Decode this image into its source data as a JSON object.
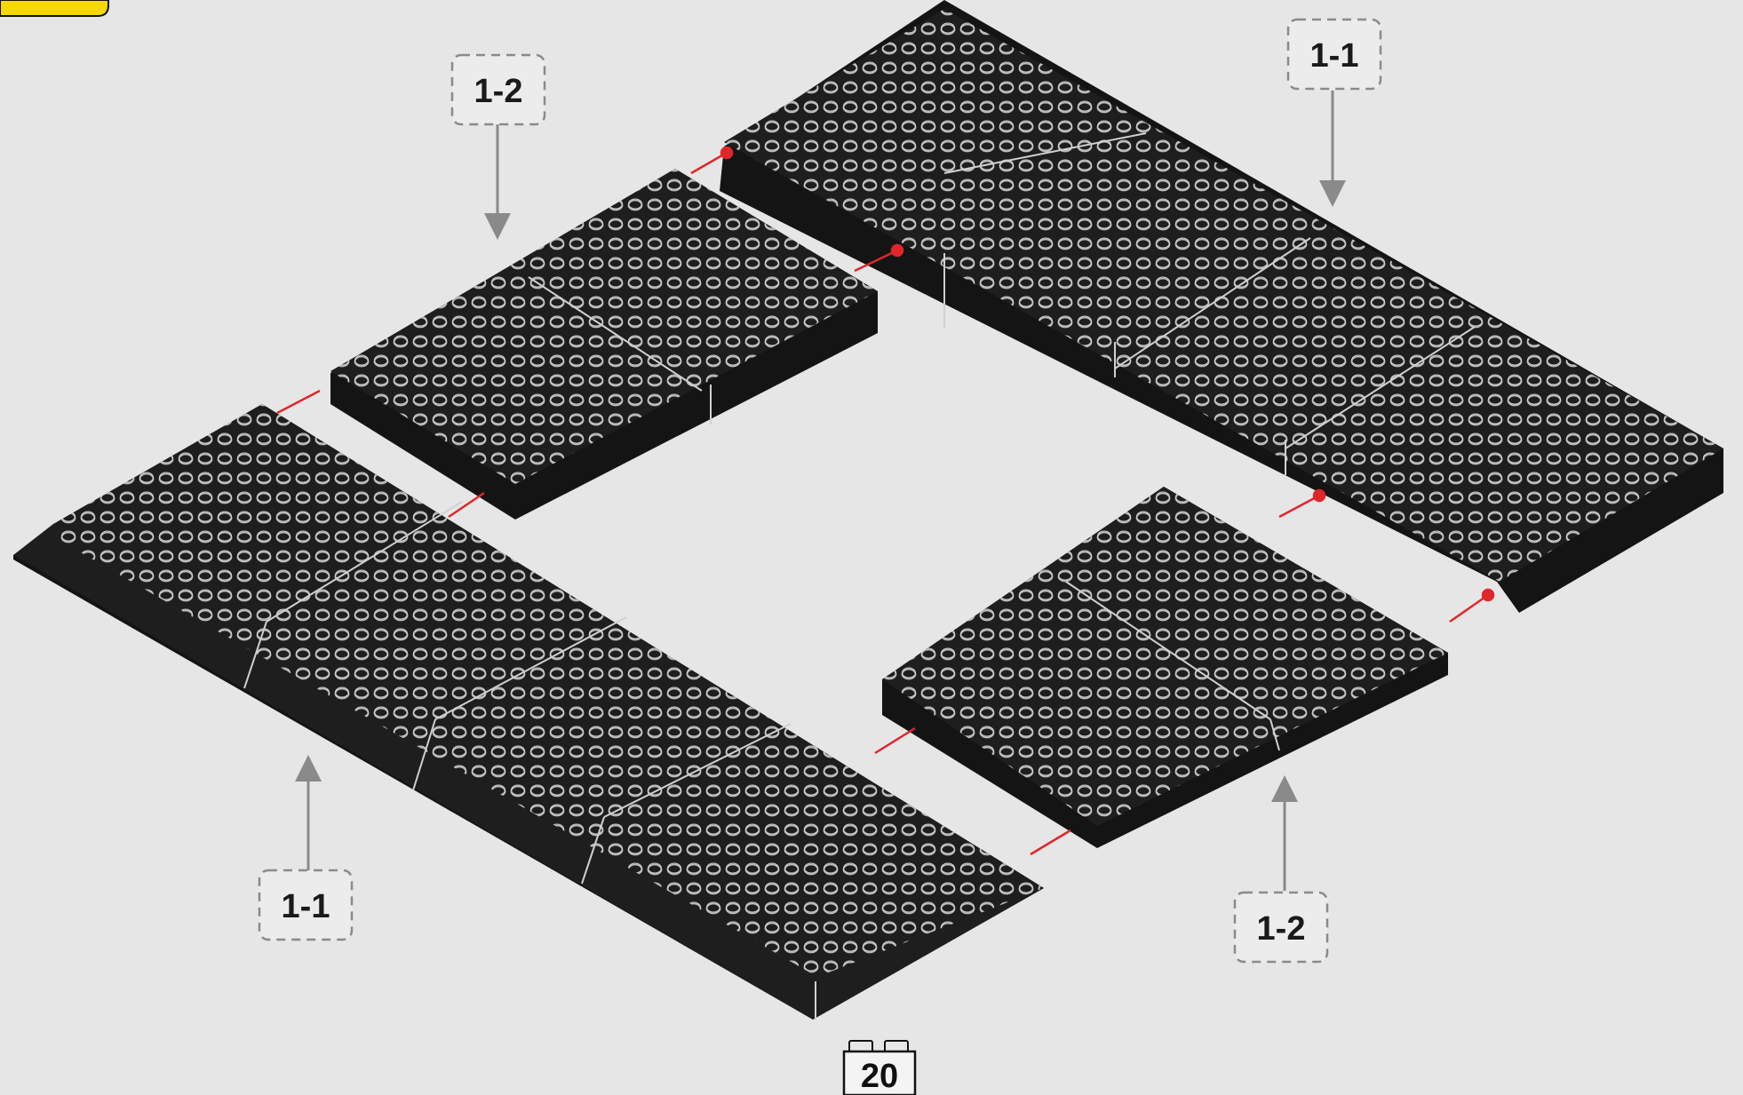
{
  "diagram": {
    "background": "#e6e6e6",
    "plate_color": "#1c1c1c",
    "stud_color": "#e8e8e8",
    "connector_color": "#e0262a",
    "arrow_color": "#8a8a8a",
    "callouts": [
      {
        "id": "c1",
        "label": "1-2"
      },
      {
        "id": "c2",
        "label": "1-1"
      },
      {
        "id": "c3",
        "label": "1-1"
      },
      {
        "id": "c4",
        "label": "1-2"
      }
    ],
    "page_number": "20",
    "corner_tab_color": "#f5d800"
  }
}
